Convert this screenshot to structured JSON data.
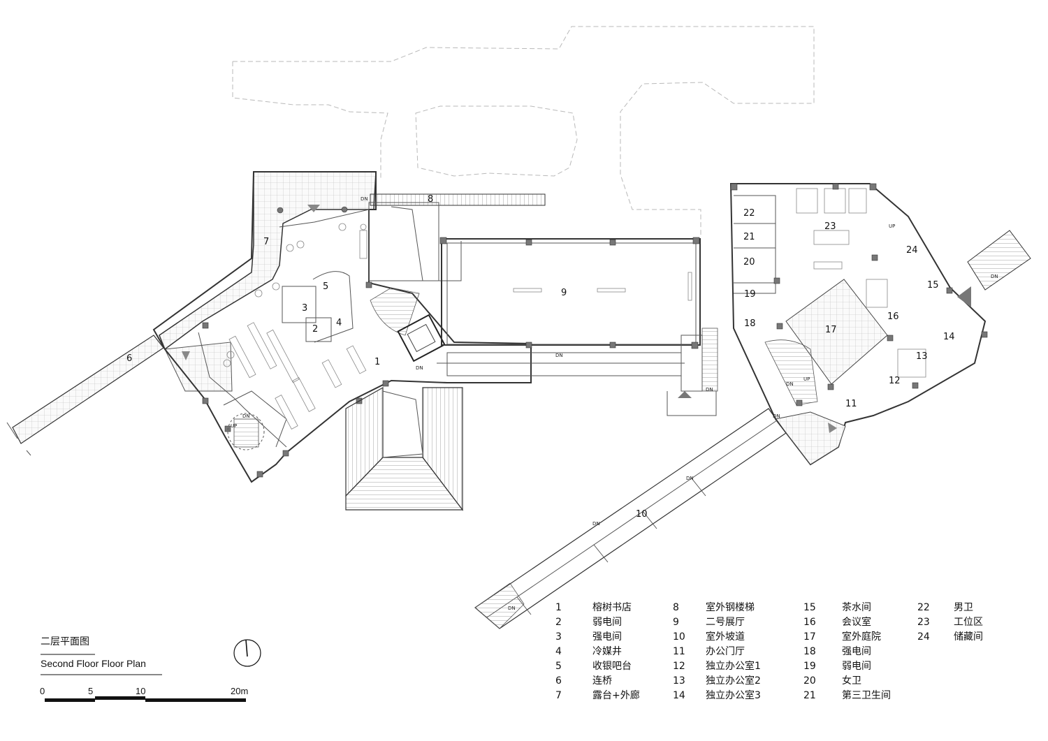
{
  "drawing": {
    "title_zh": "二层平面图",
    "title_en": "Second Floor Floor Plan",
    "scale_labels": [
      "0",
      "5",
      "10",
      "20m"
    ]
  },
  "plan_labels": {
    "r1": "1",
    "r2": "2",
    "r3": "3",
    "r4": "4",
    "r5": "5",
    "r6": "6",
    "r7": "7",
    "r8": "8",
    "r9": "9",
    "r10": "10",
    "r11": "11",
    "r12": "12",
    "r13": "13",
    "r14": "14",
    "r15": "15",
    "r16": "16",
    "r17": "17",
    "r18": "18",
    "r19": "19",
    "r20": "20",
    "r21": "21",
    "r22": "22",
    "r23": "23",
    "r24": "24",
    "dn": "DN",
    "up": "UP"
  },
  "legend": [
    {
      "num": "1",
      "name": "榕树书店"
    },
    {
      "num": "2",
      "name": "弱电间"
    },
    {
      "num": "3",
      "name": "强电间"
    },
    {
      "num": "4",
      "name": "冷媒井"
    },
    {
      "num": "5",
      "name": "收银吧台"
    },
    {
      "num": "6",
      "name": "连桥"
    },
    {
      "num": "7",
      "name": "露台+外廊"
    },
    {
      "num": "8",
      "name": "室外钢楼梯"
    },
    {
      "num": "9",
      "name": "二号展厅"
    },
    {
      "num": "10",
      "name": "室外坡道"
    },
    {
      "num": "11",
      "name": "办公门厅"
    },
    {
      "num": "12",
      "name": "独立办公室1"
    },
    {
      "num": "13",
      "name": "独立办公室2"
    },
    {
      "num": "14",
      "name": "独立办公室3"
    },
    {
      "num": "15",
      "name": "茶水间"
    },
    {
      "num": "16",
      "name": "会议室"
    },
    {
      "num": "17",
      "name": "室外庭院"
    },
    {
      "num": "18",
      "name": "强电间"
    },
    {
      "num": "19",
      "name": "弱电间"
    },
    {
      "num": "20",
      "name": "女卫"
    },
    {
      "num": "21",
      "name": "第三卫生间"
    },
    {
      "num": "22",
      "name": "男卫"
    },
    {
      "num": "23",
      "name": "工位区"
    },
    {
      "num": "24",
      "name": "储藏间"
    }
  ]
}
